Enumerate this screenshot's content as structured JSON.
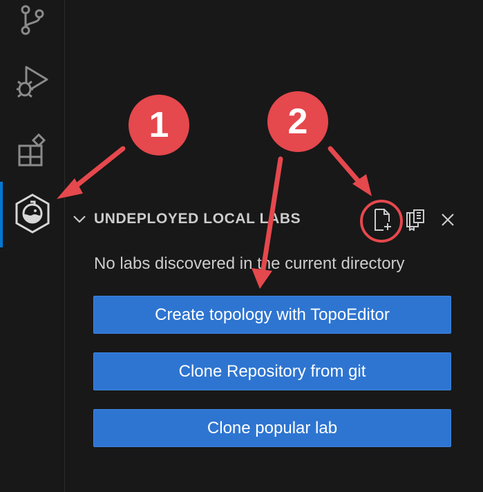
{
  "activity_bar": {
    "items": [
      {
        "icon": "source-control-icon"
      },
      {
        "icon": "run-debug-icon"
      },
      {
        "icon": "extensions-icon"
      },
      {
        "icon": "containerlab-icon",
        "active": true
      }
    ],
    "accent_color": "#0078d4"
  },
  "section": {
    "title": "UNDEPLOYED LOCAL LABS",
    "actions": [
      {
        "icon": "new-file-icon"
      },
      {
        "icon": "clone-repo-icon"
      },
      {
        "icon": "close-icon"
      }
    ],
    "empty_message": "No labs discovered in the current directory",
    "buttons": [
      {
        "label": "Create topology with TopoEditor"
      },
      {
        "label": "Clone Repository from git"
      },
      {
        "label": "Clone popular lab"
      }
    ],
    "button_color": "#2e75d1"
  },
  "annotations": {
    "step_1": "1",
    "step_2": "2",
    "color": "#e5484d"
  }
}
